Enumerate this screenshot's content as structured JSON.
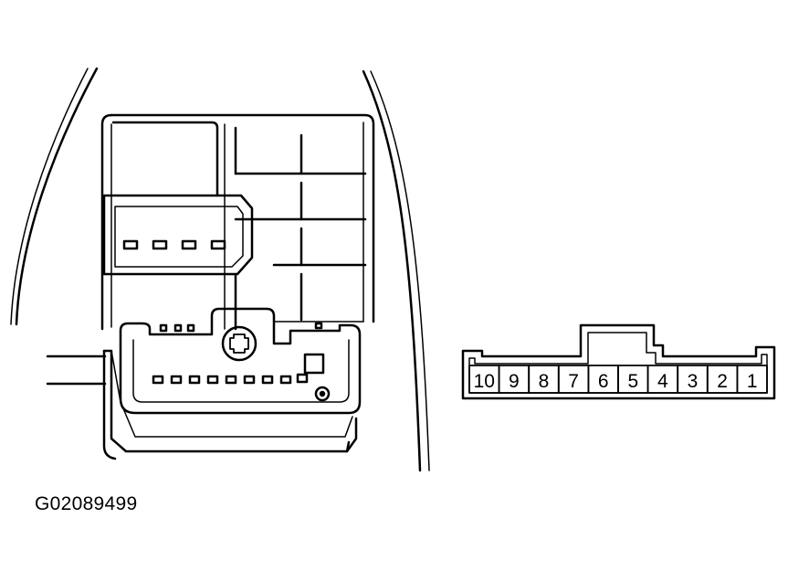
{
  "figure": {
    "code": "G02089499",
    "stroke_color": "#000000",
    "background": "#ffffff"
  },
  "connector": {
    "pins": [
      "10",
      "9",
      "8",
      "7",
      "6",
      "5",
      "4",
      "3",
      "2",
      "1"
    ]
  }
}
